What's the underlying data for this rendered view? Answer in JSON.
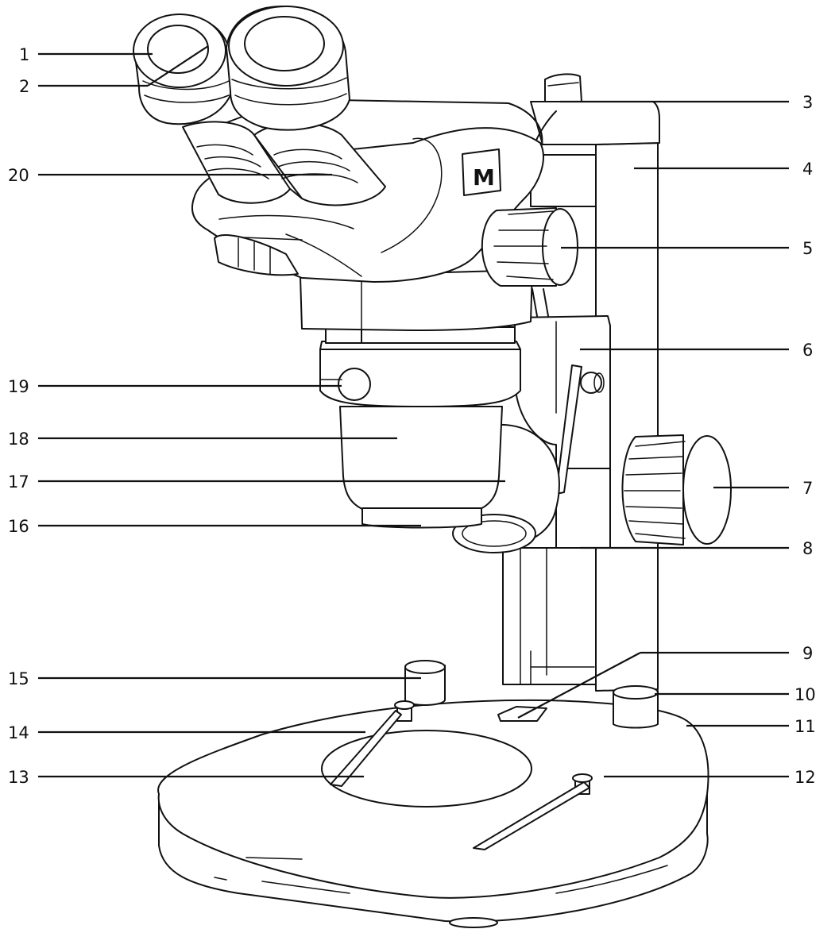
{
  "figure": {
    "callouts": [
      {
        "id": "1",
        "label": "1",
        "side": "left"
      },
      {
        "id": "2",
        "label": "2",
        "side": "left"
      },
      {
        "id": "3",
        "label": "3",
        "side": "right"
      },
      {
        "id": "4",
        "label": "4",
        "side": "right"
      },
      {
        "id": "5",
        "label": "5",
        "side": "right"
      },
      {
        "id": "6",
        "label": "6",
        "side": "right"
      },
      {
        "id": "7",
        "label": "7",
        "side": "right"
      },
      {
        "id": "8",
        "label": "8",
        "side": "right"
      },
      {
        "id": "9",
        "label": "9",
        "side": "right"
      },
      {
        "id": "10",
        "label": "10",
        "side": "right"
      },
      {
        "id": "11",
        "label": "11",
        "side": "right"
      },
      {
        "id": "12",
        "label": "12",
        "side": "right"
      },
      {
        "id": "13",
        "label": "13",
        "side": "left"
      },
      {
        "id": "14",
        "label": "14",
        "side": "left"
      },
      {
        "id": "15",
        "label": "15",
        "side": "left"
      },
      {
        "id": "16",
        "label": "16",
        "side": "left"
      },
      {
        "id": "17",
        "label": "17",
        "side": "left"
      },
      {
        "id": "18",
        "label": "18",
        "side": "left"
      },
      {
        "id": "19",
        "label": "19",
        "side": "left"
      },
      {
        "id": "20",
        "label": "20",
        "side": "left"
      }
    ],
    "head_logo_text": "M",
    "line_color": "#111111",
    "background": "#ffffff"
  }
}
